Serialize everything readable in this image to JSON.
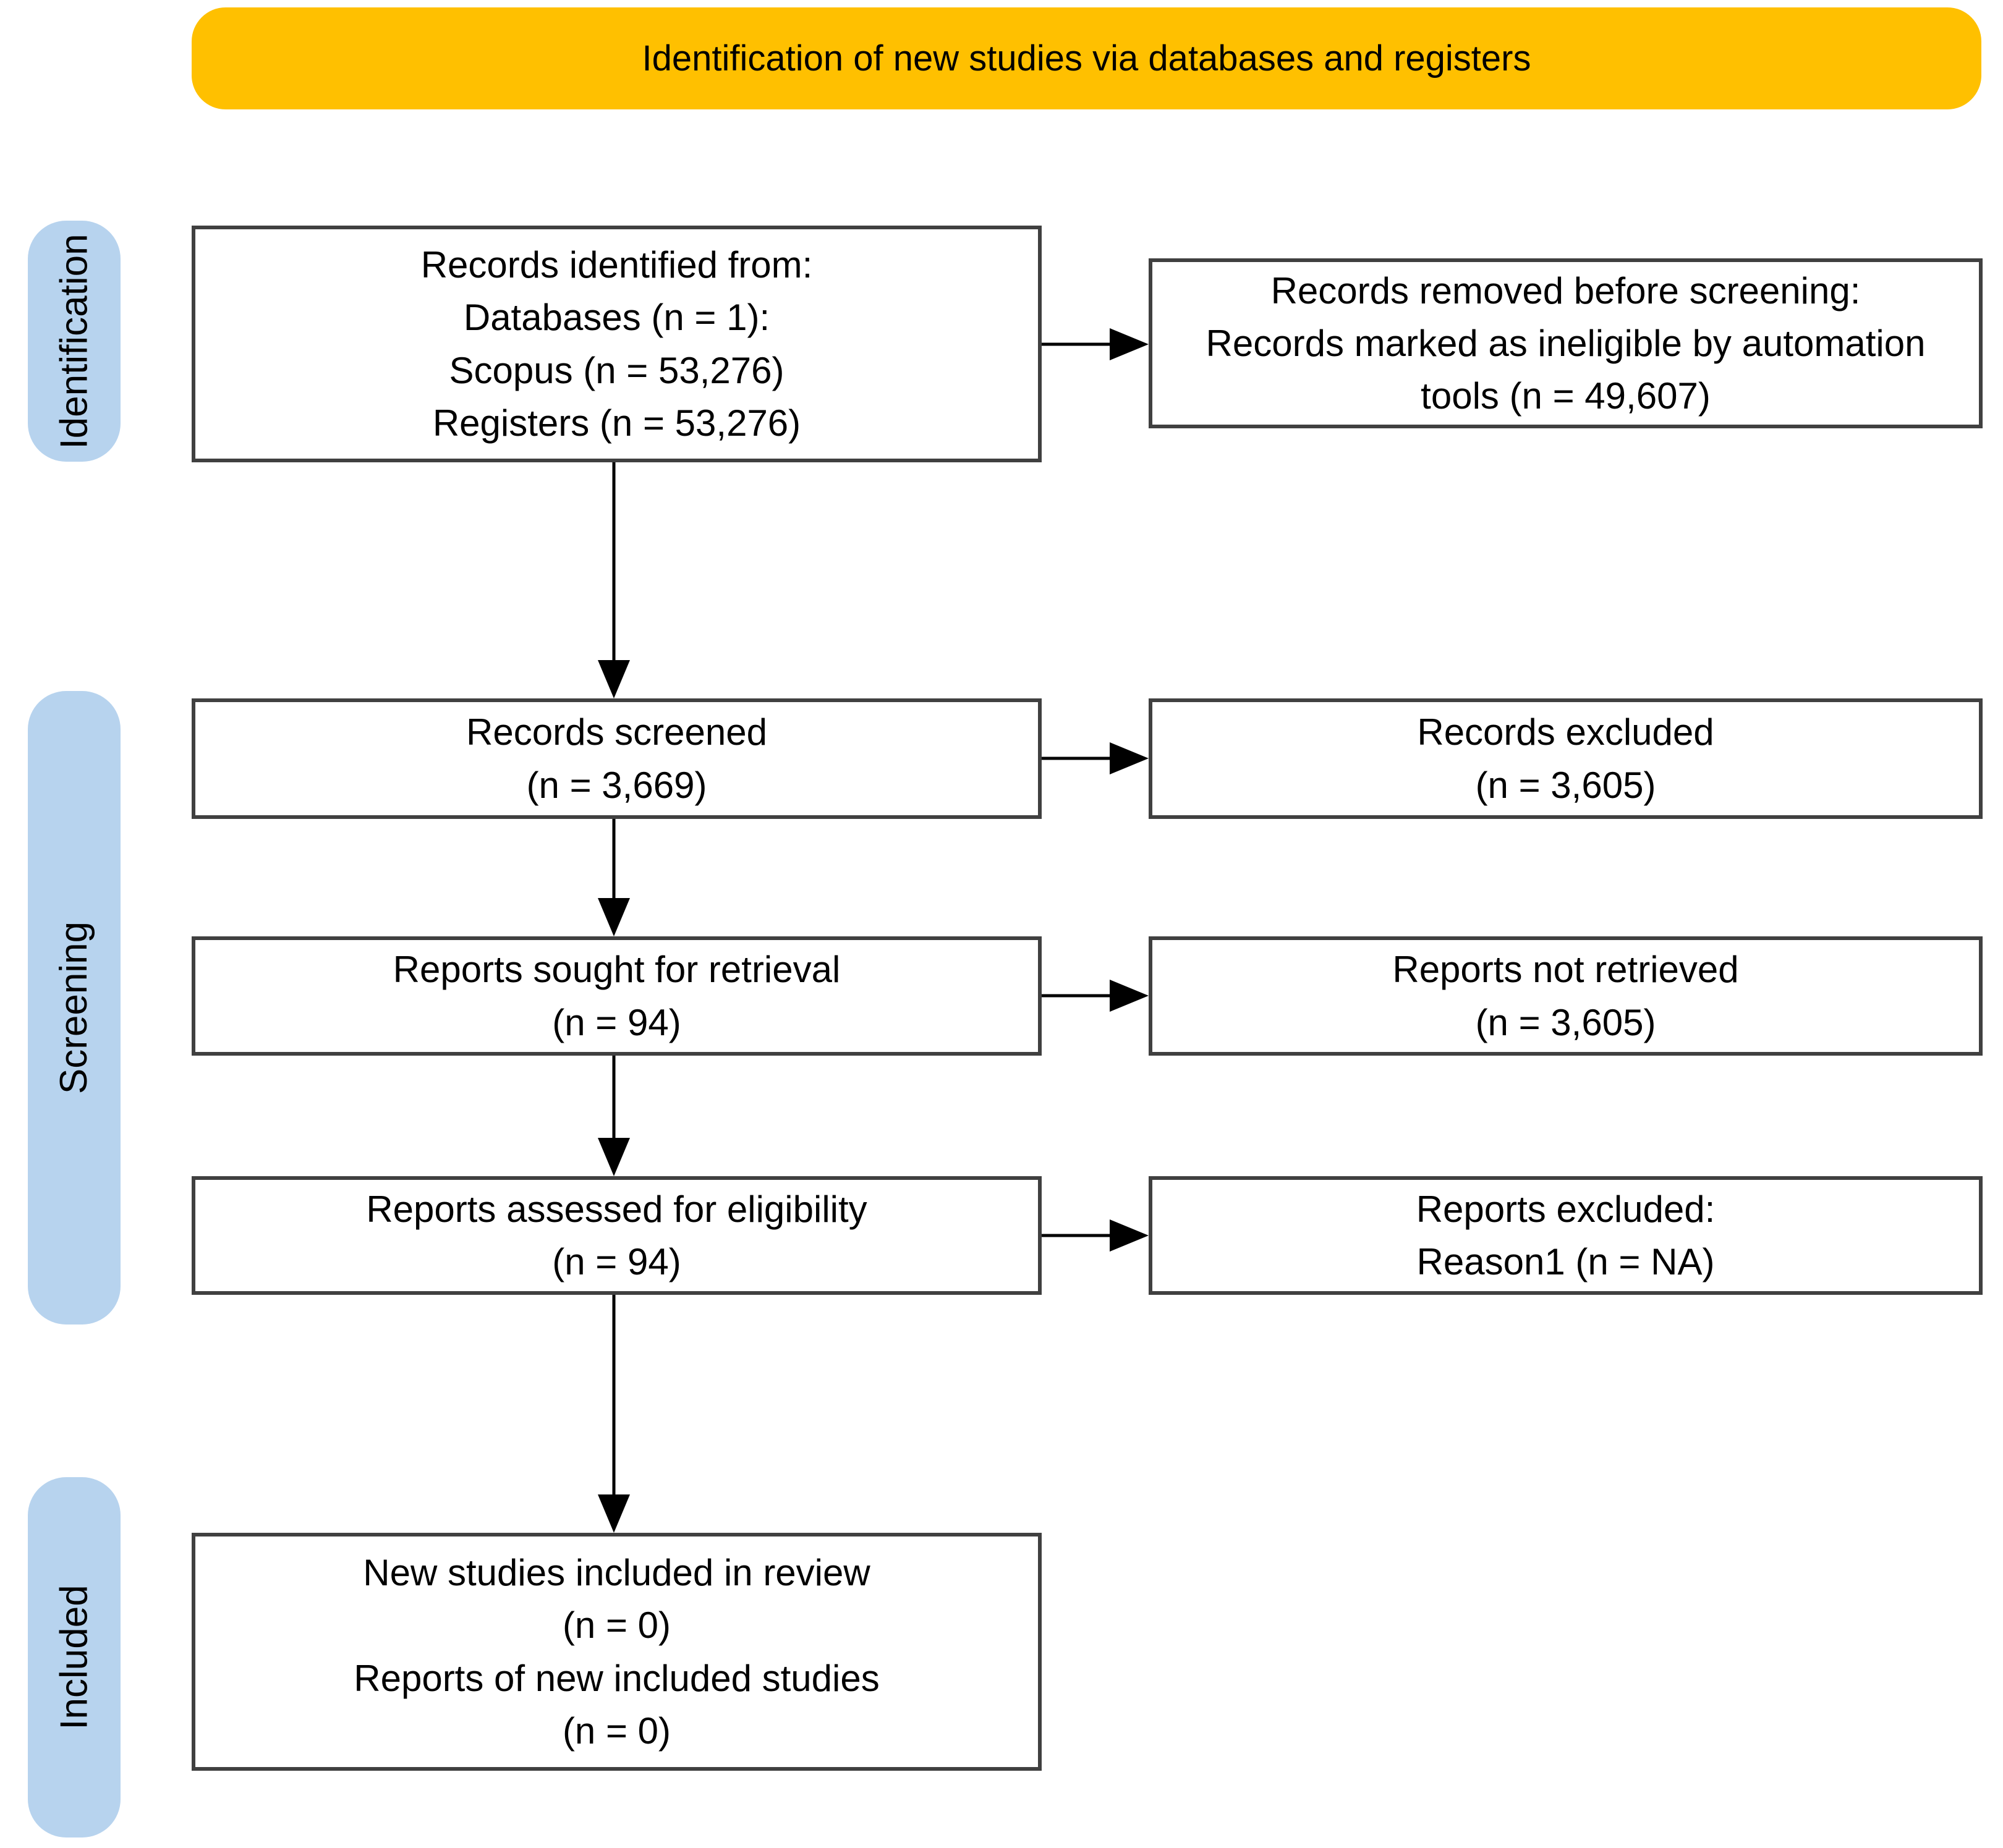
{
  "title": "Identification of new studies via databases and registers",
  "diagram_type": "PRISMA flow diagram",
  "colors": {
    "banner_bg": "#FFC000",
    "side_label_bg": "#B7D3EE",
    "box_border": "#404040",
    "box_bg": "#FFFFFF",
    "arrow": "#000000",
    "text": "#000000",
    "background": "#FFFFFF"
  },
  "side_labels": [
    {
      "label": "Identification"
    },
    {
      "label": "Screening"
    },
    {
      "label": "Included"
    }
  ],
  "boxes": {
    "records_identified": {
      "lines": [
        "Records identified from:",
        "Databases (n = 1):",
        "Scopus (n = 53,276)",
        "Registers (n = 53,276)"
      ]
    },
    "records_removed": {
      "lines": [
        "Records removed before screening:",
        "Records marked as ineligible by automation",
        "tools (n = 49,607)"
      ]
    },
    "records_screened": {
      "lines": [
        "Records screened",
        "(n = 3,669)"
      ]
    },
    "records_excluded": {
      "lines": [
        "Records excluded",
        "(n = 3,605)"
      ]
    },
    "reports_sought": {
      "lines": [
        "Reports sought for retrieval",
        "(n = 94)"
      ]
    },
    "reports_not_retrieved": {
      "lines": [
        "Reports not retrieved",
        "(n = 3,605)"
      ]
    },
    "reports_assessed": {
      "lines": [
        "Reports assessed for eligibility",
        "(n = 94)"
      ]
    },
    "reports_excluded": {
      "lines": [
        "Reports excluded:",
        "Reason1 (n = NA)"
      ]
    },
    "new_studies_included": {
      "lines": [
        "New studies included in review",
        "(n = 0)",
        "Reports of new included studies",
        "(n = 0)"
      ]
    }
  }
}
